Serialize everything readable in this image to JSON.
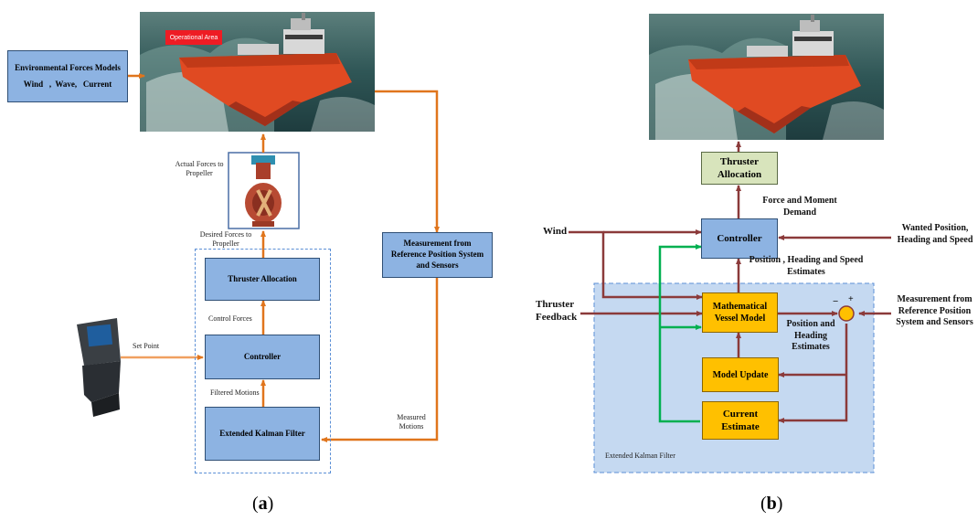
{
  "panel_a": {
    "caption": "a",
    "operational_area": "Operational Area",
    "env_forces": {
      "title": "Environmental Forces Models",
      "items": "Wind   ,  Wave,   Current"
    },
    "actual_forces_label": "Actual Forces to Propeller",
    "desired_forces_label": "Desired Forces to Propeller",
    "thruster_allocation": "Thruster Allocation",
    "control_forces_label": "Control Forces",
    "set_point_label": "Set Point",
    "controller": "Controller",
    "filtered_motions_label": "Filtered Motions",
    "kalman_filter": "Extended Kalman Filter",
    "measured_motions_label": "Measured Motions",
    "measurement": "Measurement from Reference Position System and Sensors"
  },
  "panel_b": {
    "caption": "b",
    "thruster_allocation": "Thruster Allocation",
    "force_moment_label": "Force and Moment Demand",
    "wind_label": "Wind",
    "controller": "Controller",
    "wanted_label": "Wanted Position, Heading and Speed",
    "estimates_label": "Position , Heading and Speed Estimates",
    "thruster_feedback_label": "Thruster Feedback",
    "vessel_model": "Mathematical Vessel Model",
    "position_heading_label": "Position and Heading Estimates",
    "minus_sign": "−",
    "plus_sign": "+",
    "measurement_label": "Measurement from Reference Position System and Sensors",
    "model_update": "Model Update",
    "current_estimate": "Current Estimate",
    "ekf_label": "Extended Kalman Filter"
  },
  "colors": {
    "orange_arrow": "#e0751c",
    "maroon_arrow": "#8b3a3a",
    "green_arrow": "#00b050",
    "blue_box": "#8db3e2",
    "orange_box": "#ffc000",
    "green_box": "#d8e4bc",
    "ekf_region": "#c5d9f1"
  }
}
